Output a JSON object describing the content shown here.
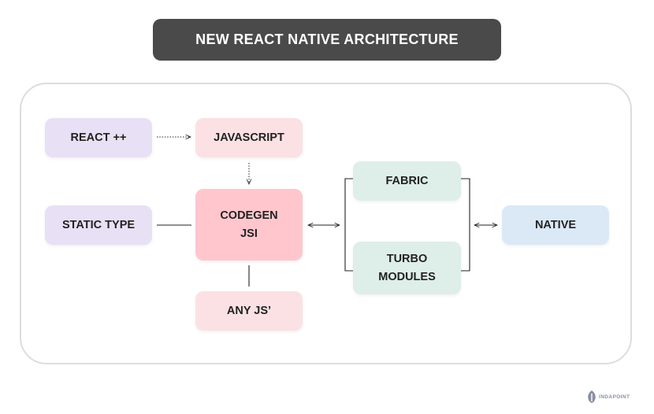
{
  "title": "NEW REACT NATIVE ARCHITECTURE",
  "colors": {
    "title_bg": "#4a4a4a",
    "lavender": "#e8e0f5",
    "pink_light": "#fbe1e4",
    "pink_strong": "#ffc7cd",
    "mint": "#deeee8",
    "sky": "#dbe9f6",
    "frame_border": "#dddddd",
    "line": "#222222"
  },
  "nodes": {
    "react_pp": {
      "label": "REACT ++"
    },
    "javascript": {
      "label": "JAVASCRIPT"
    },
    "static_type": {
      "label": "STATIC TYPE"
    },
    "codegen_jsi": {
      "label": "CODEGEN\nJSI"
    },
    "any_js": {
      "label": "ANY JS’"
    },
    "fabric": {
      "label": "FABRIC"
    },
    "turbo_modules": {
      "label": "TURBO\nMODULES"
    },
    "native": {
      "label": "NATIVE"
    }
  },
  "brand": {
    "name": "INDAPOINT",
    "icon": "indapoint-logo-icon"
  }
}
